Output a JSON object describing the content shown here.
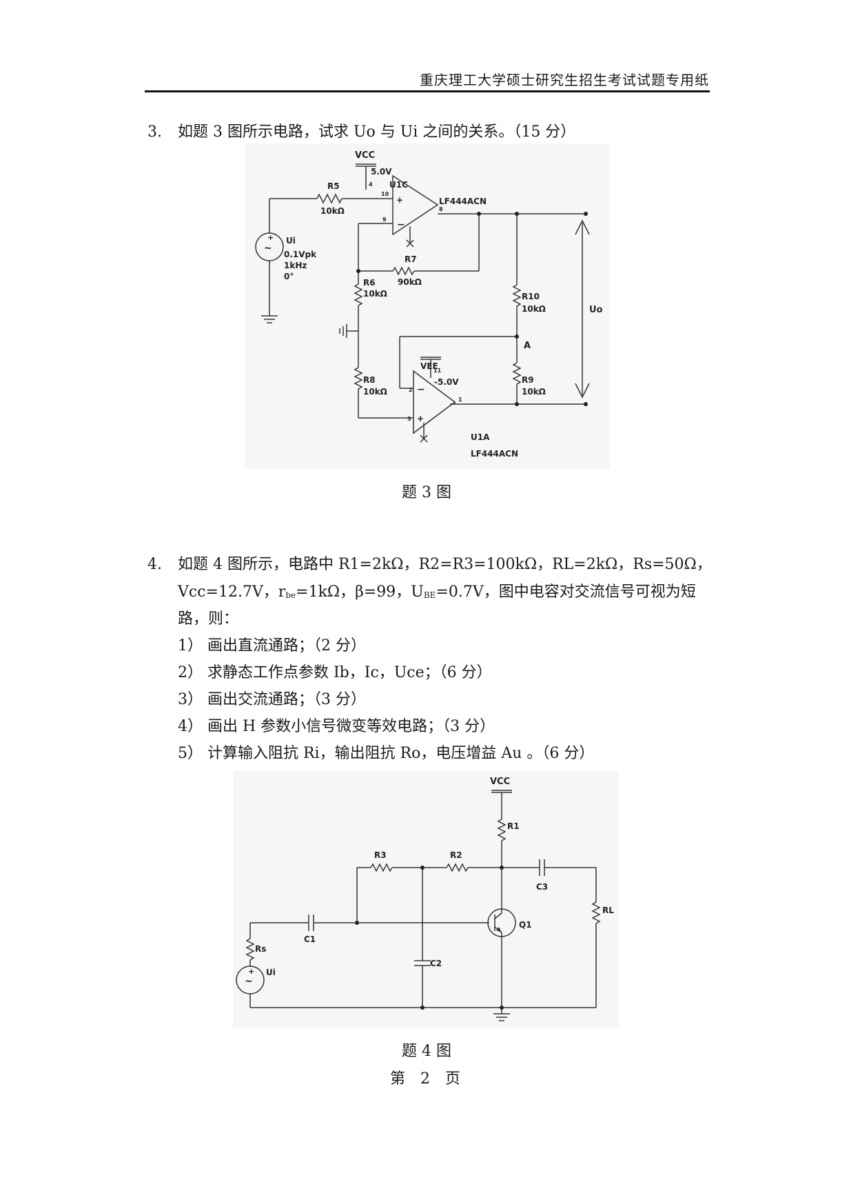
{
  "header": {
    "title": "重庆理工大学硕士研究生招生考试试题专用纸"
  },
  "q3": {
    "number": "3.",
    "text": "如题 3 图所示电路，试求 Uo 与 Ui 之间的关系。（15 分）",
    "caption": "题 3 图",
    "labels": {
      "vcc": "VCC",
      "vcc_value": "5.0V",
      "u1c": "U1C",
      "u1c_model": "LF444ACN",
      "r5": "R5",
      "r5_value": "10kΩ",
      "ui": "Ui",
      "ui_amp": "0.1Vpk",
      "ui_freq": "1kHz",
      "ui_phase": "0°",
      "r7": "R7",
      "r7_value": "90kΩ",
      "r6": "R6",
      "r6_value": "10kΩ",
      "r10": "R10",
      "r10_value": "10kΩ",
      "uo": "Uo",
      "node_a": "A",
      "vee": "VEE",
      "vee_value": "-5.0V",
      "r8": "R8",
      "r8_value": "10kΩ",
      "r9": "R9",
      "r9_value": "10kΩ",
      "u1a": "U1A",
      "u1a_model": "LF444ACN",
      "pin10": "10",
      "pin9": "9",
      "pin8": "8",
      "pin4": "4",
      "pin11": "11",
      "pin2": "2",
      "pin3": "3",
      "pin1": "1"
    }
  },
  "q4": {
    "number": "4.",
    "line1": "如题 4 图所示，电路中 R1=2kΩ，R2=R3=100kΩ，RL=2kΩ，Rs=50Ω，",
    "line2_a": "Vcc=12.7V，r",
    "line2_sub1": "be",
    "line2_b": "=1kΩ，β=99，U",
    "line2_sub2": "BE",
    "line2_c": "=0.7V，图中电容对交流信号可视为短",
    "line3": "路，则：",
    "items": [
      "1） 画出直流通路；（2 分）",
      "2） 求静态工作点参数 Ib，Ic，Uce；（6 分）",
      "3） 画出交流通路；（3 分）",
      "4） 画出 H 参数小信号微变等效电路；（3 分）",
      "5） 计算输入阻抗 Ri，输出阻抗 Ro，电压增益 Au 。（6 分）"
    ],
    "caption": "题 4 图",
    "labels": {
      "vcc": "VCC",
      "r1": "R1",
      "r3": "R3",
      "r2": "R2",
      "c3": "C3",
      "rl": "RL",
      "c1": "C1",
      "q1": "Q1",
      "rs": "Rs",
      "ui": "Ui",
      "c2": "C2"
    }
  },
  "footer": {
    "page": "第　2　页"
  }
}
